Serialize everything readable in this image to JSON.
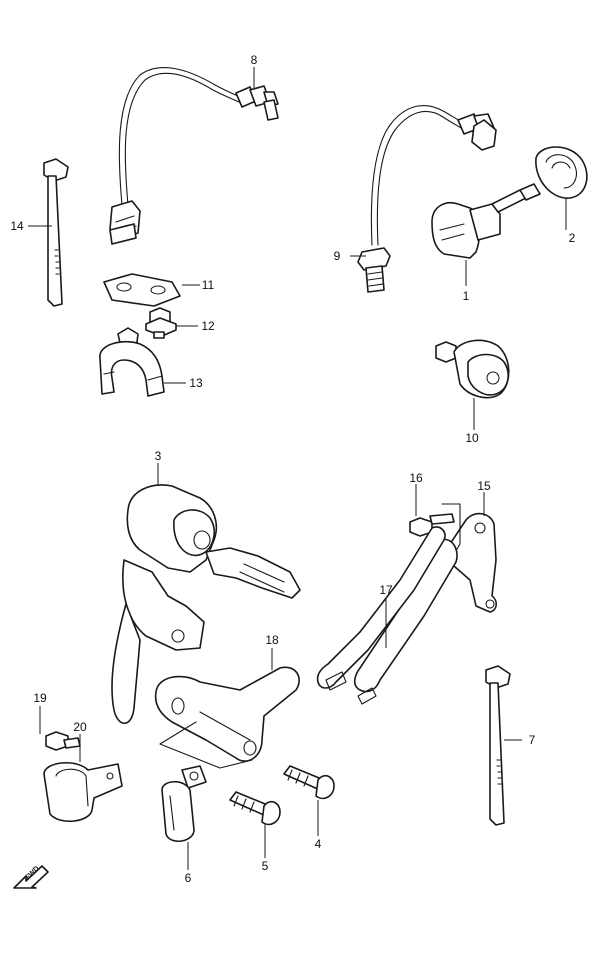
{
  "diagram": {
    "callouts": [
      "1",
      "2",
      "3",
      "4",
      "5",
      "6",
      "7",
      "8",
      "9",
      "10",
      "11",
      "12",
      "13",
      "14",
      "15",
      "16",
      "17",
      "18",
      "19",
      "20"
    ],
    "fwd_label": "FWD"
  }
}
